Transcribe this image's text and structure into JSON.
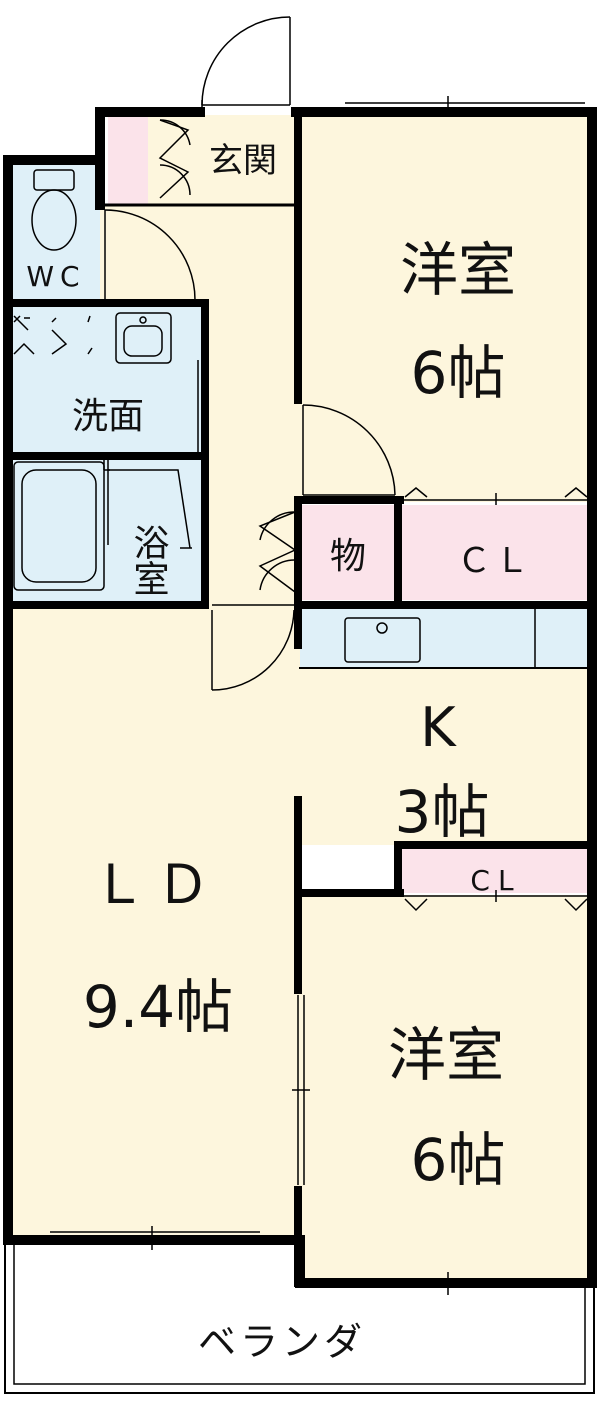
{
  "rooms": {
    "entrance": "玄関",
    "wc": "WC",
    "washroom": "洗面",
    "bath": "浴室",
    "bedroom_top": {
      "name": "洋室",
      "size": "6帖"
    },
    "storage": "物",
    "closet_top": "ＣＬ",
    "kitchen": {
      "name": "K",
      "size": "3帖"
    },
    "closet_mid": "CL",
    "living": {
      "name": "ＬＤ",
      "size": "9.4帖"
    },
    "bedroom_bottom": {
      "name": "洋室",
      "size": "6帖"
    },
    "veranda": "ベランダ"
  },
  "colors": {
    "wall": "#000000",
    "room_fill": "#fdf6dd",
    "wet_fill": "#dff0f8",
    "closet_fill": "#fbe3ea",
    "veranda_fill": "#ffffff"
  }
}
